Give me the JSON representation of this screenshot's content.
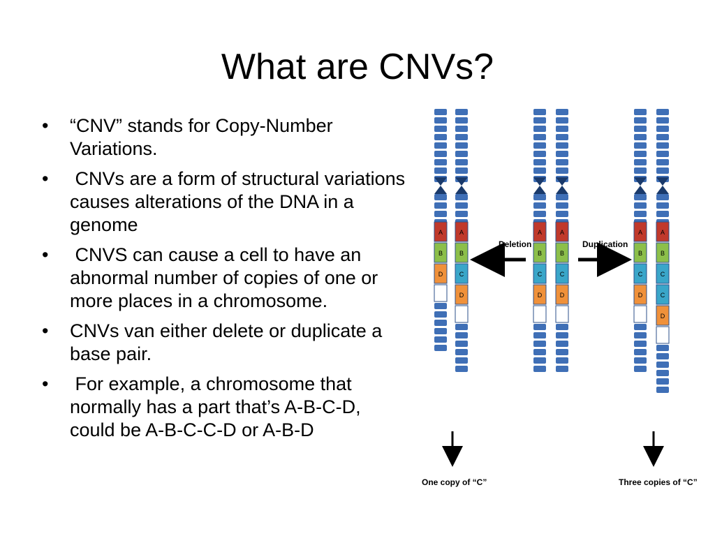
{
  "slide": {
    "title": "What are CNVs?",
    "bullet_char": "•",
    "bullets": [
      "“CNV” stands for Copy-Number Variations.",
      " CNVs are a form of structural variations causes alterations of the DNA in a genome",
      " CNVS can cause a cell to have an abnormal number of copies of one or more places in a chromosome.",
      "CNVs van either delete or duplicate a base pair.",
      " For example, a chromosome that normally has a part that’s A-B-C-D,  could be A-B-C-C-D or A-B-D"
    ]
  },
  "diagram": {
    "deletion_label": "Deletion",
    "duplication_label": "Duplication",
    "caption_left": "One copy of “C”",
    "caption_right": "Three copies of “C”",
    "colors": {
      "band_blue": "#3f6fb6",
      "A": "#c0392b",
      "B": "#8cbf4a",
      "C": "#3aa6c9",
      "D": "#f0913a"
    },
    "segments": {
      "left_1": [
        "A",
        "B",
        "D"
      ],
      "left_2": [
        "A",
        "B",
        "C",
        "D"
      ],
      "mid_1": [
        "A",
        "B",
        "C",
        "D"
      ],
      "mid_2": [
        "A",
        "B",
        "C",
        "D"
      ],
      "right_1": [
        "A",
        "B",
        "C",
        "D"
      ],
      "right_2": [
        "A",
        "B",
        "C",
        "C",
        "D"
      ]
    }
  }
}
